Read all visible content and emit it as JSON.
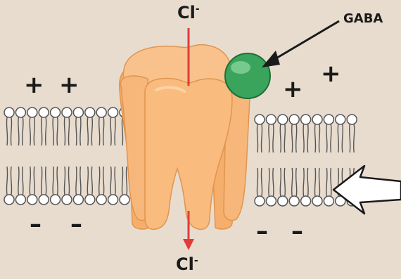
{
  "labels": {
    "ion_top": "Cl",
    "ion_top_charge": "-",
    "ion_bottom": "Cl",
    "ion_bottom_charge": "-",
    "ligand": "GABA"
  },
  "charges": {
    "extracellular_left": [
      "+",
      "+"
    ],
    "extracellular_right": [
      "+",
      "+"
    ],
    "intracellular_left": [
      "–",
      "–"
    ],
    "intracellular_right": [
      "–",
      "–"
    ]
  },
  "colors": {
    "background": "#e8dccf",
    "channel_fill": "#f7b77a",
    "channel_outline": "#e0954f",
    "ligand_fill": "#3aa45c",
    "ion_flow_arrow": "#e03c3c",
    "membrane_outline": "#555555"
  },
  "icons": {
    "ligand": "gaba-molecule-icon",
    "channel": "gaba-receptor-channel-icon",
    "membrane": "lipid-bilayer-icon",
    "membrane_pointer": "white-pointer-arrow-icon"
  }
}
